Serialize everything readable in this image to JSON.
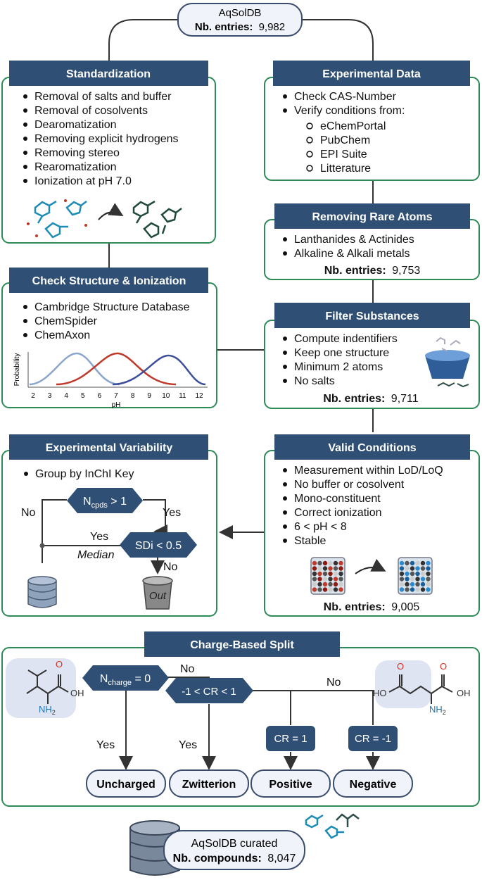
{
  "top": {
    "title": "AqSolDB",
    "label": "Nb. entries:",
    "value": "9,982"
  },
  "standardization": {
    "title": "Standardization",
    "items": [
      "Removal of salts and buffer",
      "Removal of cosolvents",
      "Dearomatization",
      "Removing explicit hydrogens",
      "Removing stereo",
      "Rearomatization",
      "Ionization at pH 7.0"
    ]
  },
  "experimental_data": {
    "title": "Experimental Data",
    "items": [
      "Check CAS-Number",
      "Verify conditions from:"
    ],
    "subitems": [
      "eChemPortal",
      "PubChem",
      "EPI Suite",
      "Litterature"
    ]
  },
  "rare_atoms": {
    "title": "Removing Rare Atoms",
    "items": [
      "Lanthanides & Actinides",
      "Alkaline & Alkali metals"
    ],
    "label": "Nb. entries:",
    "value": "9,753"
  },
  "check_structure": {
    "title": "Check Structure & Ionization",
    "items": [
      "Cambridge Structure Database",
      "ChemSpider",
      "ChemAxon"
    ],
    "ylabel": "Probability",
    "xlabel": "pH",
    "ticks": [
      "2",
      "3",
      "4",
      "5",
      "6",
      "7",
      "8",
      "9",
      "10",
      "11",
      "12"
    ]
  },
  "filter": {
    "title": "Filter Substances",
    "items": [
      "Compute indentifiers",
      "Keep one structure",
      "Minimum 2 atoms",
      "No salts"
    ],
    "label": "Nb. entries:",
    "value": "9,711"
  },
  "variability": {
    "title": "Experimental Variability",
    "items": [
      "Group by InChI Key"
    ],
    "ncpds_main": "N",
    "ncpds_sub": "cpds",
    "ncpds_rest": " > 1",
    "sdi": "SDi < 0.5",
    "no1": "No",
    "yes1": "Yes",
    "yes2": "Yes",
    "no2": "No",
    "median": "Median",
    "out": "Out"
  },
  "valid": {
    "title": "Valid Conditions",
    "items": [
      "Measurement within LoD/LoQ",
      "No buffer or cosolvent",
      "Mono-constituent",
      "Correct ionization",
      "6 < pH < 8",
      "Stable"
    ],
    "label": "Nb. entries:",
    "value": "9,005"
  },
  "split": {
    "title": "Charge-Based Split",
    "ncharge_main": "N",
    "ncharge_sub": "charge",
    "ncharge_rest": " = 0",
    "cr_range": "-1 < CR < 1",
    "cr1": "CR = 1",
    "crm1": "CR = -1",
    "no1": "No",
    "no2": "No",
    "yes1": "Yes",
    "yes2": "Yes",
    "outcomes": [
      "Uncharged",
      "Zwitterion",
      "Positive",
      "Negative"
    ],
    "mol_left": {
      "o": "O",
      "oh": "OH",
      "nh": "NH",
      "sub": "2"
    },
    "mol_right": {
      "o1": "O",
      "o2": "O",
      "ho": "HO",
      "oh": "OH",
      "nh": "NH",
      "sub": "2"
    }
  },
  "bottom": {
    "title": "AqSolDB curated",
    "label": "Nb. compounds:",
    "value": "8,047"
  },
  "colors": {
    "header": "#2f4f75",
    "border": "#2e8b57",
    "blue_curve": "#8aa6cc",
    "red_curve": "#c0392b",
    "dark_curve": "#3b4f9a",
    "oxygen": "#d62d20",
    "nitrogen": "#1f77b4"
  }
}
